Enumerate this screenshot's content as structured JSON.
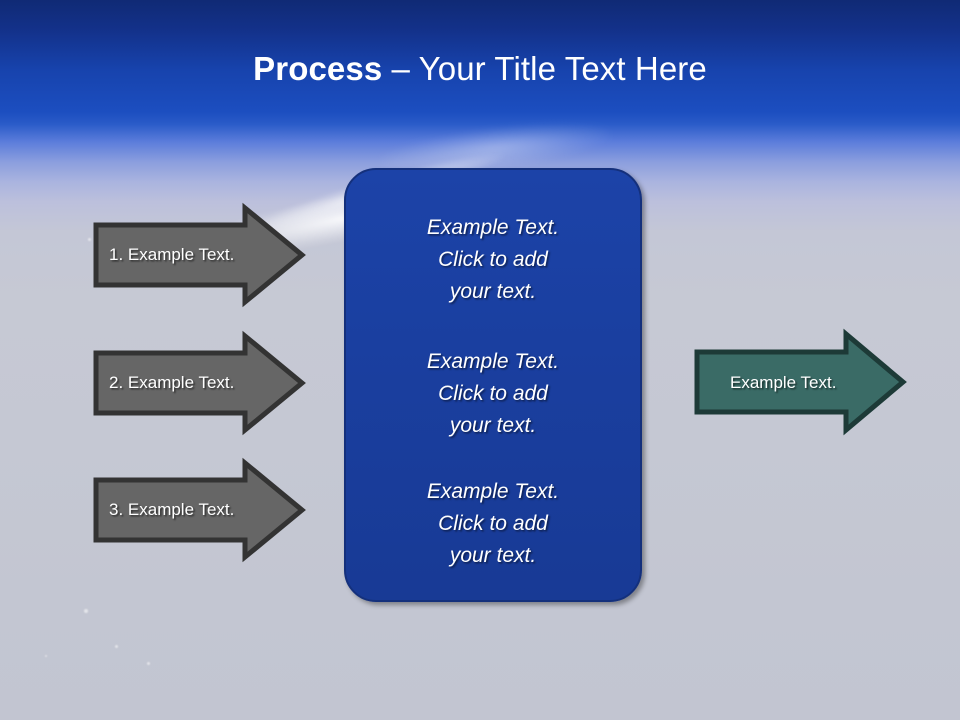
{
  "slide": {
    "title": {
      "bold_part": "Process",
      "rest_part": " – Your Title Text Here"
    },
    "background": {
      "sky_top_color": "#102a75",
      "sky_mid_color": "#1c4ec0",
      "haze_color": "#c3c6d2"
    }
  },
  "left_arrows": [
    {
      "label": "1. Example Text.",
      "fill": "#666666",
      "stroke": "#333333"
    },
    {
      "label": "2. Example Text.",
      "fill": "#666666",
      "stroke": "#333333"
    },
    {
      "label": "3. Example Text.",
      "fill": "#666666",
      "stroke": "#333333"
    }
  ],
  "center_panel": {
    "fill": "#1a3fa0",
    "stroke": "#14307c",
    "blocks": [
      {
        "line1": "Example Text.",
        "line2": "Click  to add",
        "line3": "your text."
      },
      {
        "line1": "Example Text.",
        "line2": "Click  to add",
        "line3": "your text."
      },
      {
        "line1": "Example Text.",
        "line2": "Click  to add",
        "line3": "your text."
      }
    ]
  },
  "right_arrow": {
    "label": "Example Text.",
    "fill": "#3a6b66",
    "stroke": "#1d3a37"
  }
}
